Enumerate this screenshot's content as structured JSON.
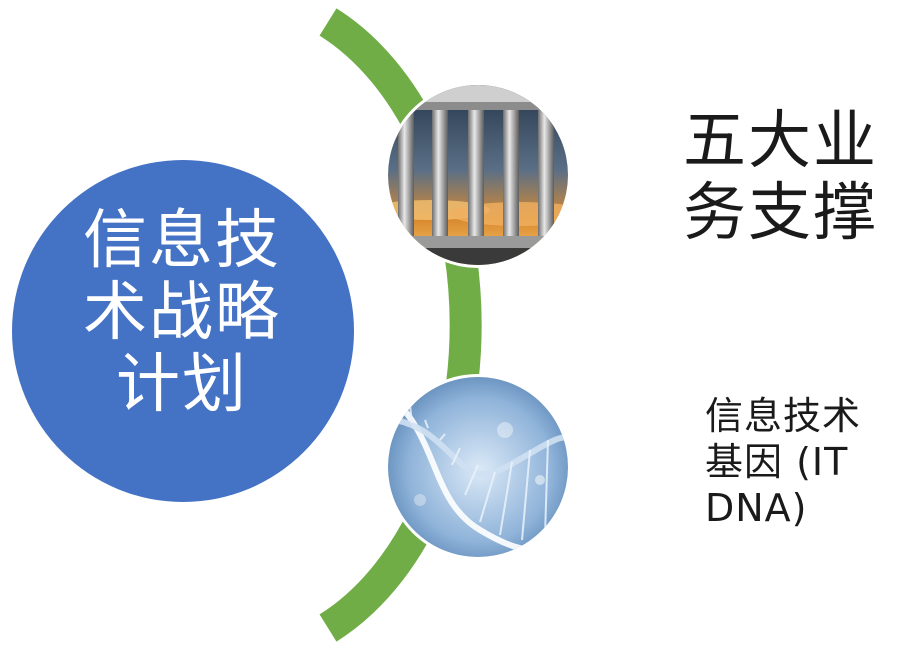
{
  "central_node": {
    "lines": [
      "信息技",
      "术战略",
      "计划"
    ]
  },
  "items": [
    {
      "image_icon": "pillars-icon",
      "lines": [
        "五大业",
        "务支撑"
      ]
    },
    {
      "image_icon": "dna-helix-icon",
      "lines": [
        "信息技术",
        "基因 (IT",
        "DNA)"
      ]
    }
  ],
  "colors": {
    "central_circle": "#4472c4",
    "arc": "#70ad47",
    "text": "#1a1a1a",
    "central_text": "#ffffff"
  }
}
